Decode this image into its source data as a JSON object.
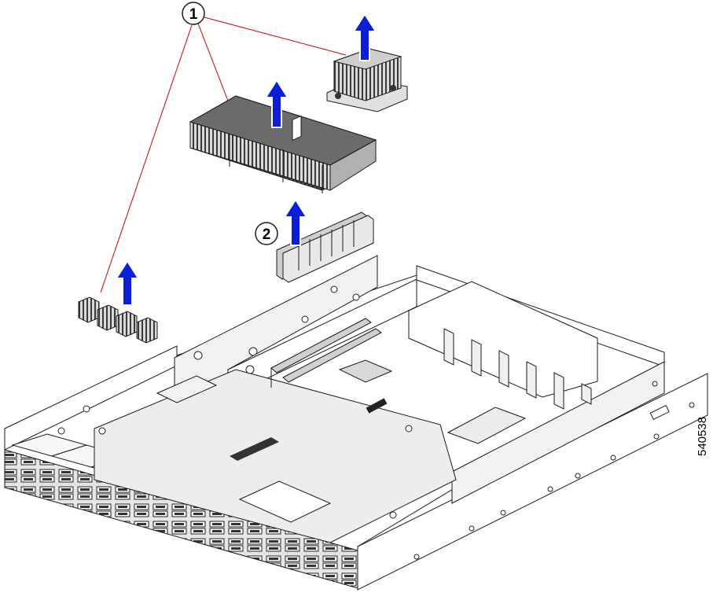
{
  "callouts": [
    {
      "number": "1"
    },
    {
      "number": "2"
    }
  ],
  "figure_id": "540538",
  "colors": {
    "leader_line": "#cc0000",
    "arrow": "#0a1fd6",
    "arrow_outline": "#ffffff",
    "heatsink_dark": "#4a4a4a",
    "line": "#1a1a1a"
  },
  "icons": [
    "lift-up-arrow-icon"
  ]
}
